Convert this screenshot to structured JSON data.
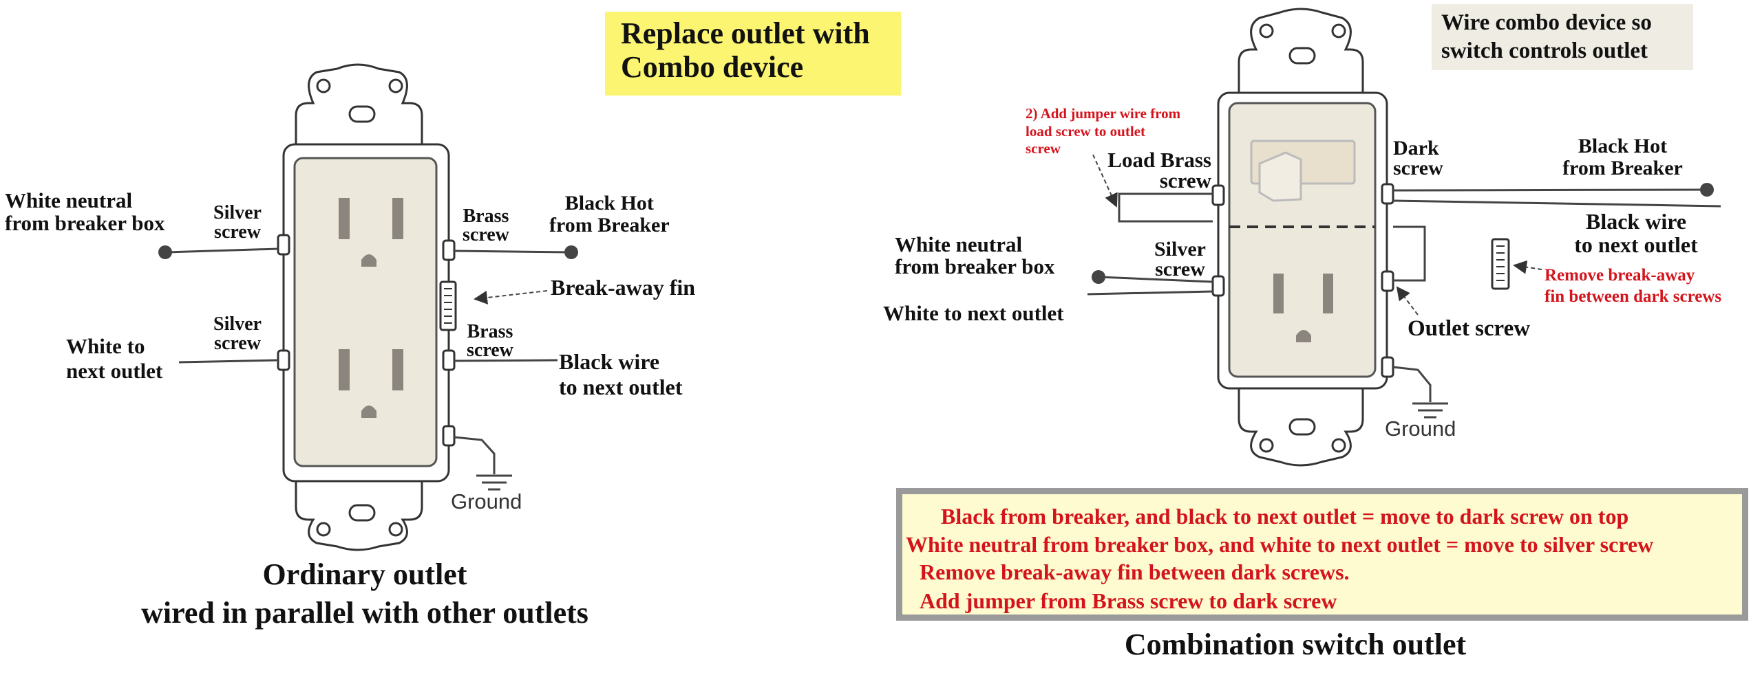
{
  "left_diagram": {
    "title_box": {
      "line1": "Replace outlet with",
      "line2": "Combo device"
    },
    "labels": {
      "white_neutral": {
        "line1": "White neutral",
        "line2": "from breaker box"
      },
      "silver_screw_top": {
        "line1": "Silver",
        "line2": "screw"
      },
      "silver_screw_bottom": {
        "line1": "Silver",
        "line2": "screw"
      },
      "white_to_next": {
        "line1": "White to",
        "line2": "next outlet"
      },
      "brass_screw_top": {
        "line1": "Brass",
        "line2": "screw"
      },
      "brass_screw_bottom": {
        "line1": "Brass",
        "line2": "screw"
      },
      "black_hot": {
        "line1": "Black Hot",
        "line2": "from Breaker"
      },
      "break_away_fin": "Break-away fin",
      "black_wire_next": {
        "line1": "Black wire",
        "line2": "to next outlet"
      },
      "ground": "Ground"
    },
    "caption": {
      "line1": "Ordinary outlet",
      "line2": "wired in parallel with other outlets"
    }
  },
  "right_diagram": {
    "title_box": {
      "line1": "Wire combo device so",
      "line2": "switch controls outlet"
    },
    "labels": {
      "jumper_note": {
        "line1": "2) Add jumper wire from",
        "line2": "load screw to outlet",
        "line3": "screw"
      },
      "load_brass_screw": {
        "line1": "Load Brass",
        "line2": "screw"
      },
      "dark_screw": {
        "line1": "Dark",
        "line2": "screw"
      },
      "black_hot": {
        "line1": "Black Hot",
        "line2": "from Breaker"
      },
      "black_wire_next": {
        "line1": "Black wire",
        "line2": "to next outlet"
      },
      "white_neutral": {
        "line1": "White neutral",
        "line2": "from breaker box"
      },
      "silver_screw": {
        "line1": "Silver",
        "line2": "screw"
      },
      "white_to_next": "White to next outlet",
      "remove_fin": {
        "line1": "Remove break-away",
        "line2": "fin between dark screws"
      },
      "outlet_screw": "Outlet screw",
      "ground": "Ground"
    },
    "instructions": [
      "Black from breaker, and black to next outlet = move to dark screw on top",
      "White neutral from breaker box, and white to next outlet = move to silver screw",
      "Remove break-away fin between dark screws.",
      "Add jumper from Brass screw to dark screw"
    ],
    "caption": "Combination switch outlet"
  },
  "colors": {
    "device_face": "#ece9dc",
    "callout_yellow": "#fbf572",
    "callout_tan": "#efede3",
    "panel_fill": "#fdfbcf",
    "panel_border": "#9a9a9a",
    "red_text": "#d4141c"
  }
}
